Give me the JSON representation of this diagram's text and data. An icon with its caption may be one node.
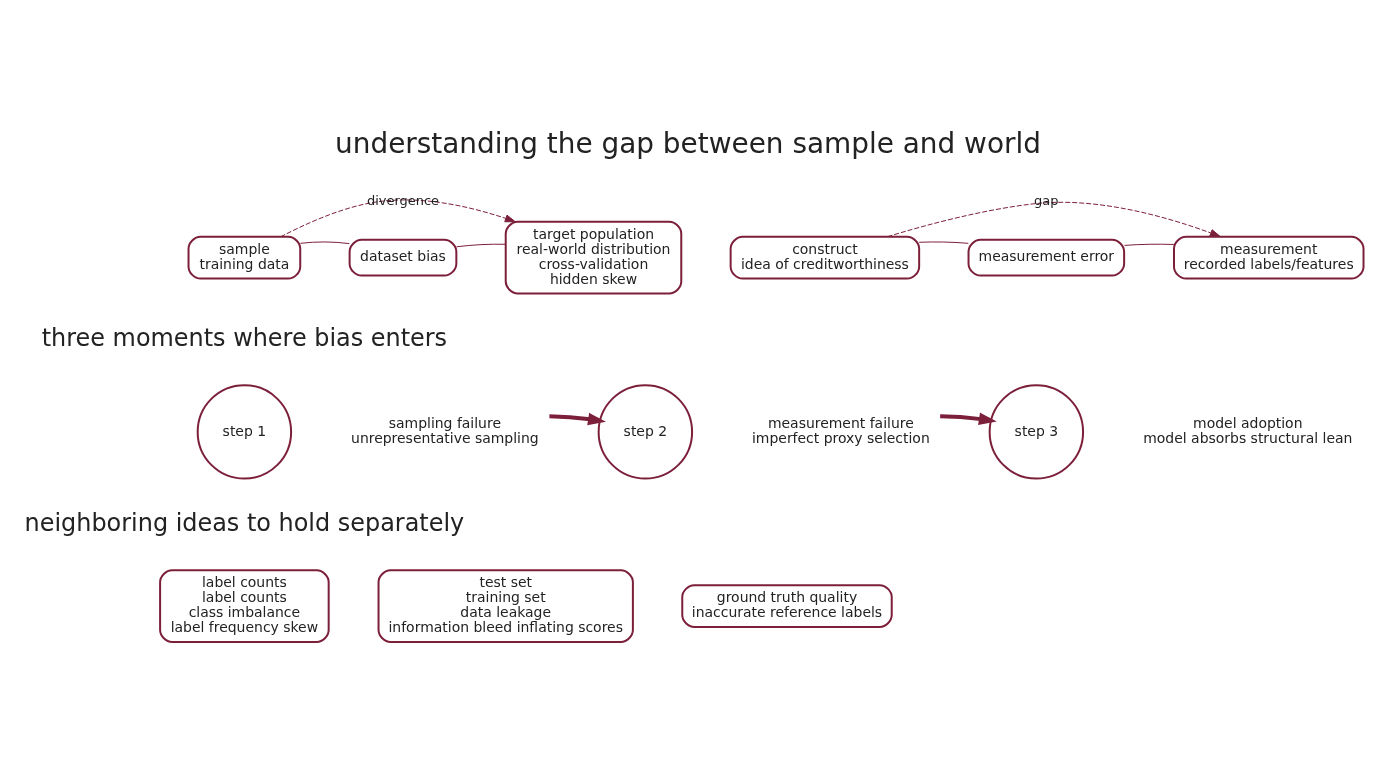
{
  "diagram": {
    "title": "understanding the gap between sample and world",
    "nodes": [
      {
        "text": [
          "sample",
          "training data"
        ]
      },
      {
        "text": [
          "target population",
          "real-world distribution",
          "cross-validation",
          "hidden skew"
        ]
      },
      {
        "text": [
          "dataset bias"
        ]
      },
      {
        "text": [
          "construct",
          "idea of creditworthiness"
        ]
      },
      {
        "text": [
          "measurement",
          "recorded labels/features"
        ]
      },
      {
        "text": [
          "measurement error"
        ]
      },
      {
        "text": [
          "step 1"
        ]
      },
      {
        "text": [
          "sampling failure",
          "unrepresentative sampling"
        ]
      },
      {
        "text": [
          "step 2"
        ]
      },
      {
        "text": [
          "measurement failure",
          "imperfect proxy selection"
        ]
      },
      {
        "text": [
          "step 3"
        ]
      },
      {
        "text": [
          "model adoption",
          "model absorbs structural lean"
        ]
      },
      {
        "text": [
          "label counts",
          "label counts",
          "class imbalance",
          "label frequency skew"
        ]
      },
      {
        "text": [
          "test set",
          "training set",
          "data leakage",
          "information bleed inflating scores"
        ]
      },
      {
        "text": [
          "ground truth quality",
          "inaccurate reference labels"
        ]
      }
    ],
    "edges": [
      {
        "from": 0,
        "to": 1,
        "arrow": "to",
        "label": "divergence",
        "style": "dashed"
      },
      {
        "from": 0,
        "to": 2,
        "arrow": "none"
      },
      {
        "from": 2,
        "to": 1,
        "arrow": "none"
      },
      {
        "from": 3,
        "to": 4,
        "arrow": "to",
        "label": "gap",
        "style": "dashed"
      },
      {
        "from": 3,
        "to": 5,
        "arrow": "none"
      },
      {
        "from": 5,
        "to": 4,
        "arrow": "none"
      },
      {
        "from": 7,
        "to": 8,
        "arrow": "to",
        "style": "thick"
      },
      {
        "from": 9,
        "to": 10,
        "arrow": "to",
        "style": "thick"
      }
    ],
    "labels": [
      "three moments where bias enters",
      "neighboring ideas to hold separately"
    ]
  }
}
